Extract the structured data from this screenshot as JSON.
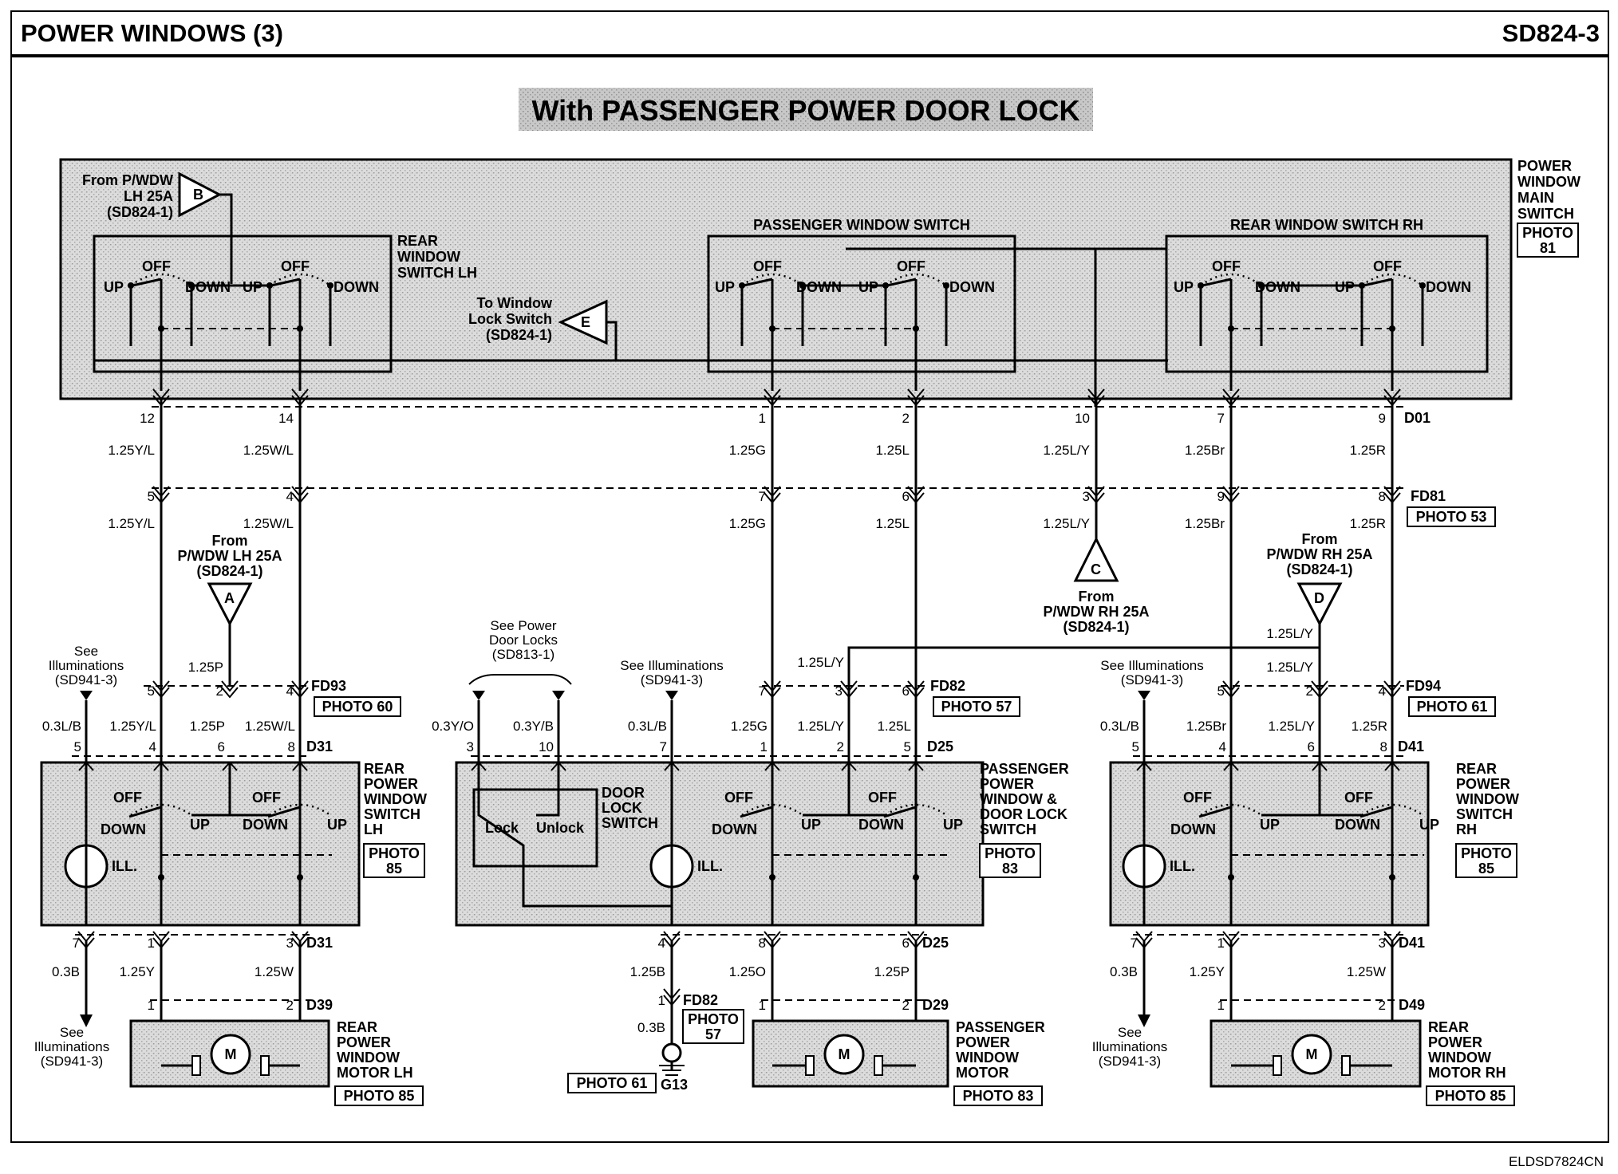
{
  "header": {
    "title": "POWER WINDOWS (3)",
    "code": "SD824-3"
  },
  "banner": "With PASSENGER POWER DOOR LOCK",
  "footer_code": "ELDSD7824CN",
  "main_switch": {
    "label": [
      "POWER",
      "WINDOW",
      "MAIN",
      "SWITCH"
    ],
    "photo": [
      "PHOTO",
      "81"
    ],
    "rear_lh_label": [
      "REAR",
      "WINDOW",
      "SWITCH LH"
    ],
    "passenger_label": "PASSENGER WINDOW SWITCH",
    "rear_rh_label": "REAR WINDOW SWITCH RH",
    "from_b": [
      "From P/WDW",
      "LH 25A",
      "(SD824-1)"
    ],
    "to_e": [
      "To Window",
      "Lock Switch",
      "(SD824-1)"
    ],
    "connector": "D01"
  },
  "switch_words": {
    "off": "OFF",
    "up": "UP",
    "down": "DOWN",
    "ill": "ILL.",
    "lock": "Lock",
    "unlock": "Unlock"
  },
  "markers": {
    "a": "A",
    "b": "B",
    "c": "C",
    "d": "D",
    "e": "E",
    "m": "M"
  },
  "d01_pins": [
    "12",
    "14",
    "1",
    "2",
    "10",
    "7",
    "9"
  ],
  "wires_upper": [
    "1.25Y/L",
    "1.25W/L",
    "1.25G",
    "1.25L",
    "1.25L/Y",
    "1.25Br",
    "1.25R"
  ],
  "fd81": {
    "pins": [
      "5",
      "4",
      "7",
      "6",
      "3",
      "9",
      "8"
    ],
    "name": "FD81",
    "photo": "PHOTO 53"
  },
  "wires_mid": [
    "1.25Y/L",
    "1.25W/L",
    "1.25G",
    "1.25L",
    "1.25L/Y",
    "1.25Br",
    "1.25R"
  ],
  "from_a": [
    "From",
    "P/WDW LH 25A",
    "(SD824-1)"
  ],
  "from_c": [
    "From",
    "P/WDW RH 25A",
    "(SD824-1)"
  ],
  "from_d": [
    "From",
    "P/WDW RH 25A",
    "(SD824-1)"
  ],
  "see_ill": [
    "See",
    "Illuminations",
    "(SD941-3)"
  ],
  "see_ill_pass": [
    "See Illuminations",
    "(SD941-3)"
  ],
  "see_locks": [
    "See Power",
    "Door Locks",
    "(SD813-1)"
  ],
  "left_col": {
    "fd93_pins": [
      "5",
      "2",
      "4"
    ],
    "fd93_name": "FD93",
    "fd93_photo": "PHOTO 60",
    "fd93_wire": "1.25P",
    "wires": [
      "0.3L/B",
      "1.25Y/L",
      "1.25P",
      "1.25W/L"
    ],
    "d31_top_pins": [
      "5",
      "4",
      "6",
      "8"
    ],
    "d31": "D31",
    "switch_label": [
      "REAR",
      "POWER",
      "WINDOW",
      "SWITCH",
      "LH"
    ],
    "switch_photo": [
      "PHOTO",
      "85"
    ],
    "d31_bot_pins": [
      "7",
      "1",
      "3"
    ],
    "wires_bot": [
      "0.3B",
      "1.25Y",
      "1.25W"
    ],
    "d39_pins": [
      "1",
      "2"
    ],
    "d39": "D39",
    "motor_label": [
      "REAR",
      "POWER",
      "WINDOW",
      "MOTOR LH"
    ],
    "motor_photo": "PHOTO 85"
  },
  "center_col": {
    "fd82_pins": [
      "7",
      "3",
      "6"
    ],
    "fd82_name": "FD82",
    "fd82_photo": "PHOTO 57",
    "wire_ly_top": "1.25L/Y",
    "wires": [
      "0.3Y/O",
      "0.3Y/B",
      "0.3L/B",
      "1.25G",
      "1.25L/Y",
      "1.25L"
    ],
    "d25_top_pins": [
      "3",
      "10",
      "7",
      "1",
      "2",
      "5"
    ],
    "d25": "D25",
    "lock_label": [
      "DOOR",
      "LOCK",
      "SWITCH"
    ],
    "switch_label": [
      "PASSENGER",
      "POWER",
      "WINDOW &",
      "DOOR LOCK",
      "SWITCH"
    ],
    "switch_photo": [
      "PHOTO",
      "83"
    ],
    "d25_bot_pins": [
      "4",
      "8",
      "6"
    ],
    "wires_bot": [
      "1.25B",
      "1.25O",
      "1.25P"
    ],
    "fd82_bot_pin": "1",
    "fd82_bot_name": "FD82",
    "fd82_bot_photo": [
      "PHOTO",
      "57"
    ],
    "ground_wire": "0.3B",
    "ground_photo": "PHOTO 61",
    "ground": "G13",
    "d29_pins": [
      "1",
      "2"
    ],
    "d29": "D29",
    "motor_label": [
      "PASSENGER",
      "POWER",
      "WINDOW",
      "MOTOR"
    ],
    "motor_photo": "PHOTO 83"
  },
  "right_col": {
    "wire_ly_top": "1.25L/Y",
    "fd94_pins": [
      "5",
      "2",
      "4"
    ],
    "fd94_name": "FD94",
    "fd94_photo": "PHOTO 61",
    "fd94_wire": "1.25L/Y",
    "wires": [
      "0.3L/B",
      "1.25Br",
      "1.25L/Y",
      "1.25R"
    ],
    "d41_top_pins": [
      "5",
      "4",
      "6",
      "8"
    ],
    "d41": "D41",
    "switch_label": [
      "REAR",
      "POWER",
      "WINDOW",
      "SWITCH",
      "RH"
    ],
    "switch_photo": [
      "PHOTO",
      "85"
    ],
    "d41_bot_pins": [
      "7",
      "1",
      "3"
    ],
    "wires_bot": [
      "0.3B",
      "1.25Y",
      "1.25W"
    ],
    "d49_pins": [
      "1",
      "2"
    ],
    "d49": "D49",
    "motor_label": [
      "REAR",
      "POWER",
      "WINDOW",
      "MOTOR RH"
    ],
    "motor_photo": "PHOTO 85"
  }
}
